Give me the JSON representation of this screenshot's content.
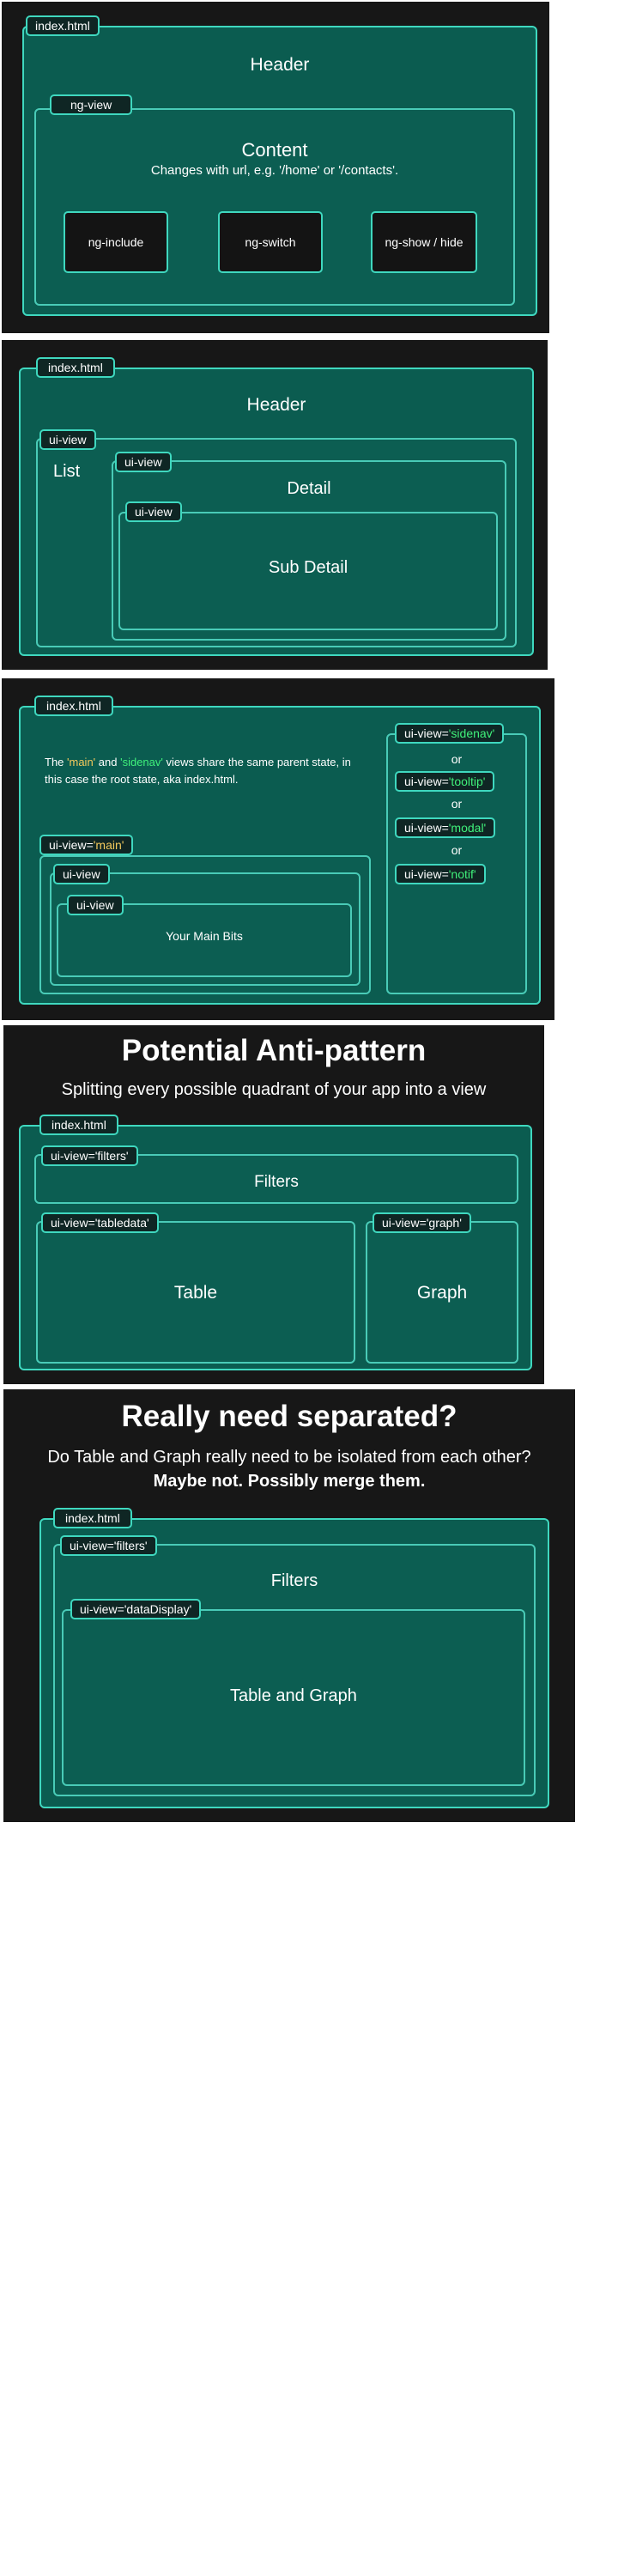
{
  "panel1": {
    "index_tag": "index.html",
    "header": "Header",
    "ngview_tag": "ng-view",
    "content_title": "Content",
    "content_sub": "Changes with url, e.g. '/home' or '/contacts'.",
    "buttons": [
      "ng-include",
      "ng-switch",
      "ng-show / hide"
    ]
  },
  "panel2": {
    "index_tag": "index.html",
    "header": "Header",
    "uiview_tag": "ui-view",
    "list": "List",
    "uiview2_tag": "ui-view",
    "detail": "Detail",
    "uiview3_tag": "ui-view",
    "sub_detail": "Sub Detail"
  },
  "panel3": {
    "index_tag": "index.html",
    "desc_pre": "The ",
    "desc_main": "'main'",
    "desc_and": " and ",
    "desc_sidenav": "'sidenav'",
    "desc_post": " views share the same parent state, in this case the root state, aka index.html.",
    "main_tag_pre": "ui-view=",
    "main_tag_val": "'main'",
    "uiview_tag": "ui-view",
    "uiview2_tag": "ui-view",
    "main_bits": "Your Main Bits",
    "side_tag_pre": "ui-view=",
    "side_tag_val": "'sidenav'",
    "or1": "or",
    "tooltip_pre": "ui-view=",
    "tooltip_val": "'tooltip'",
    "or2": "or",
    "modal_pre": "ui-view=",
    "modal_val": "'modal'",
    "or3": "or",
    "notif_pre": "ui-view=",
    "notif_val": "'notif'"
  },
  "panel4": {
    "title": "Potential Anti-pattern",
    "subtitle": "Splitting every possible quadrant of your app into a view",
    "index_tag": "index.html",
    "filters_tag": "ui-view='filters'",
    "filters": "Filters",
    "tabledata_tag": "ui-view='tabledata'",
    "table": "Table",
    "graph_tag": "ui-view='graph'",
    "graph": "Graph"
  },
  "panel5": {
    "title": "Really need separated?",
    "subtitle": "Do Table and Graph really need to be isolated from each other?",
    "subtitle_bold": "Maybe not. Possibly merge them.",
    "index_tag": "index.html",
    "filters_tag": "ui-view='filters'",
    "filters": "Filters",
    "display_tag": "ui-view='dataDisplay'",
    "table_graph": "Table and Graph"
  },
  "colors": {
    "panel_bg": "#171717",
    "box_fill": "#0b5c50",
    "border": "#3fd8bf",
    "highlight_yellow": "#f3c95c",
    "highlight_green": "#3ff07a"
  }
}
